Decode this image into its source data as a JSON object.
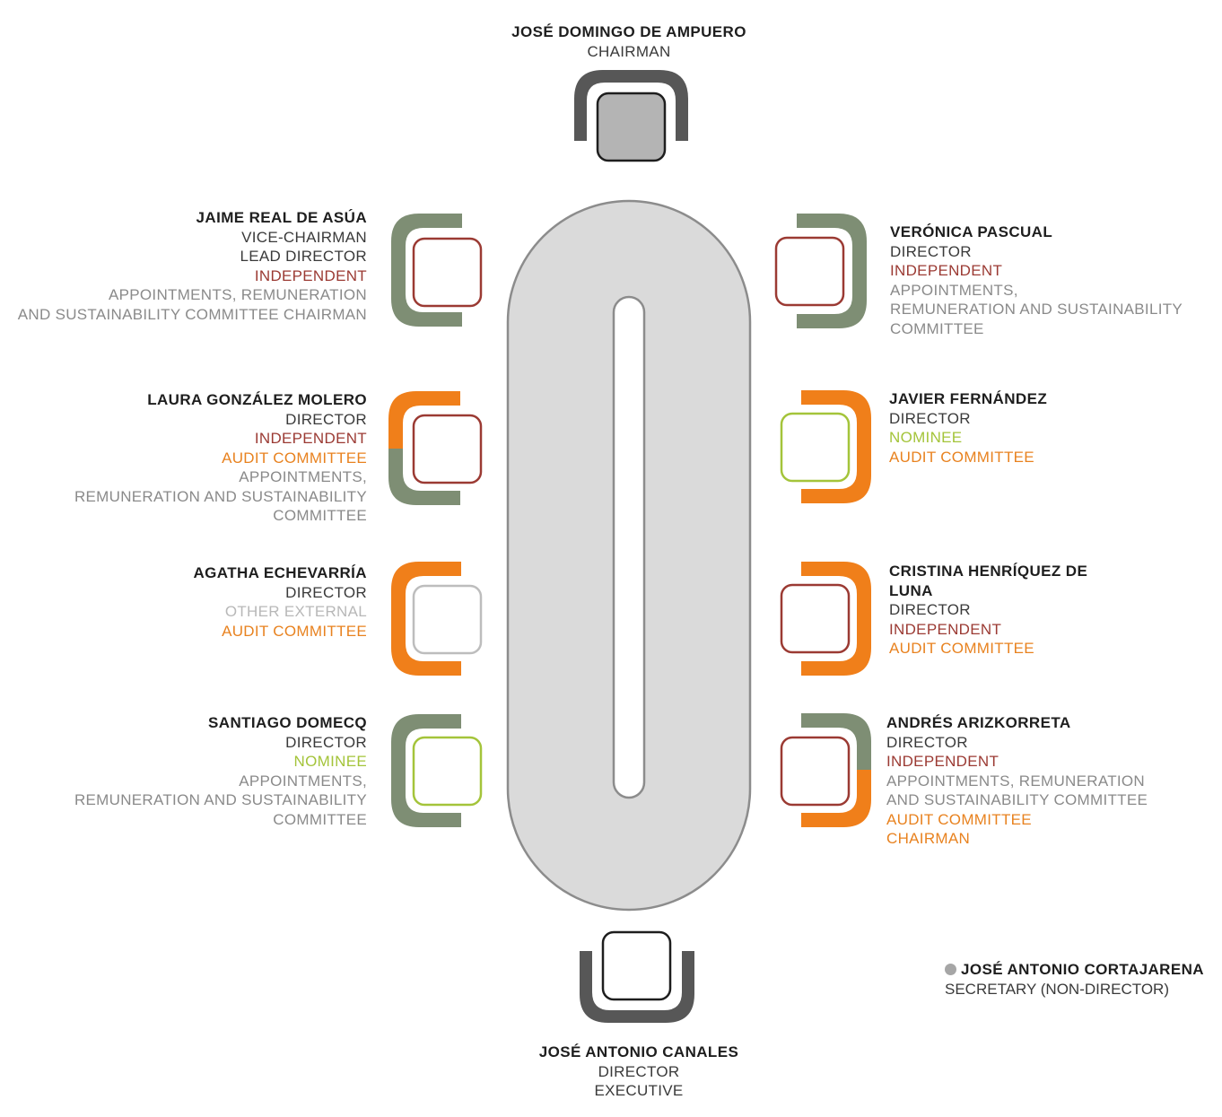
{
  "colors": {
    "table_fill": "#dadada",
    "table_stroke": "#8c8c8c",
    "dark_frame": "#575757",
    "sage_frame": "#7e8e74",
    "orange_frame": "#f07f1a",
    "seat_chairman": "#b4b4b4",
    "seat_independent": "#9b3a33",
    "seat_nominee": "#a4c43a",
    "seat_other_external": "#bdbdbd",
    "seat_executive": "#1e1e1e",
    "secretary_dot": "#a6a6a6"
  },
  "members": {
    "chairman": {
      "name": "JOSÉ DOMINGO DE AMPUERO",
      "role": "CHAIRMAN"
    },
    "jaime": {
      "name": "JAIME REAL DE ASÚA",
      "role1": "VICE-CHAIRMAN",
      "role2": "LEAD DIRECTOR",
      "type": "INDEPENDENT",
      "committee1": "APPOINTMENTS, REMUNERATION",
      "committee2": "AND SUSTAINABILITY COMMITTEE CHAIRMAN"
    },
    "laura": {
      "name": "LAURA GONZÁLEZ MOLERO",
      "role": "DIRECTOR",
      "type": "INDEPENDENT",
      "audit": "AUDIT COMMITTEE",
      "committee1": "APPOINTMENTS,",
      "committee2": "REMUNERATION AND SUSTAINABILITY",
      "committee3": "COMMITTEE"
    },
    "agatha": {
      "name": "AGATHA ECHEVARRÍA",
      "role": "DIRECTOR",
      "type": "OTHER EXTERNAL",
      "audit": "AUDIT COMMITTEE"
    },
    "santiago": {
      "name": "SANTIAGO DOMECQ",
      "role": "DIRECTOR",
      "type": "NOMINEE",
      "committee1": "APPOINTMENTS,",
      "committee2": "REMUNERATION AND SUSTAINABILITY",
      "committee3": "COMMITTEE"
    },
    "veronica": {
      "name": "VERÓNICA PASCUAL",
      "role": "DIRECTOR",
      "type": "INDEPENDENT",
      "committee1": "APPOINTMENTS,",
      "committee2": "REMUNERATION AND SUSTAINABILITY",
      "committee3": "COMMITTEE"
    },
    "javier": {
      "name": "JAVIER FERNÁNDEZ",
      "role": "DIRECTOR",
      "type": "NOMINEE",
      "audit": "AUDIT COMMITTEE"
    },
    "cristina": {
      "name1": "CRISTINA HENRÍQUEZ DE",
      "name2": "LUNA",
      "role": "DIRECTOR",
      "type": "INDEPENDENT",
      "audit": "AUDIT COMMITTEE"
    },
    "andres": {
      "name": "ANDRÉS ARIZKORRETA",
      "role": "DIRECTOR",
      "type": "INDEPENDENT",
      "committee1": "APPOINTMENTS, REMUNERATION",
      "committee2": "AND SUSTAINABILITY COMMITTEE",
      "audit1": "AUDIT COMMITTEE",
      "audit2": "CHAIRMAN"
    },
    "canales": {
      "name": "JOSÉ ANTONIO CANALES",
      "role": "DIRECTOR",
      "type": "EXECUTIVE"
    }
  },
  "secretary": {
    "name": "JOSÉ ANTONIO CORTAJARENA",
    "role": "SECRETARY (NON-DIRECTOR)"
  }
}
